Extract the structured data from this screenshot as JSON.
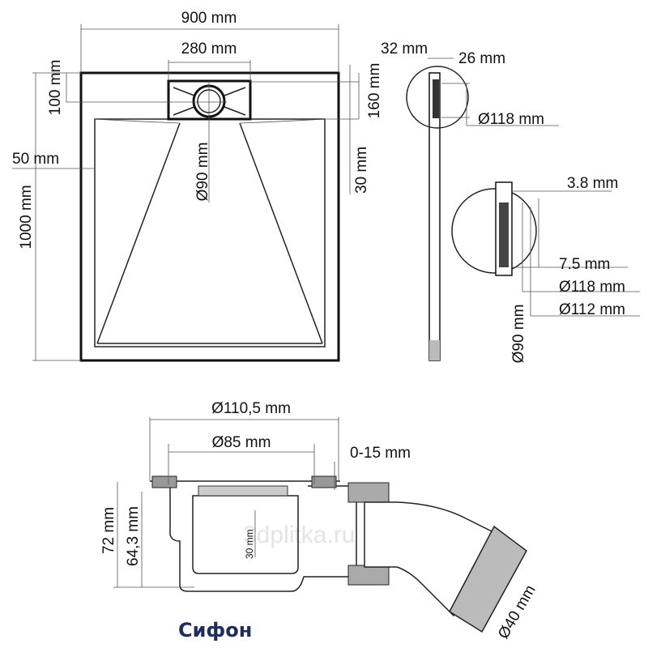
{
  "top_view": {
    "width_label": "900 mm",
    "drain_width_label": "280 mm",
    "drain_offset_label": "100 mm",
    "length_label": "1000 mm",
    "rim_label": "50 mm",
    "drain_diameter_label": "Ø90 mm",
    "drain_depth_label": "160 mm",
    "slope_label": "30 mm"
  },
  "side_view": {
    "thickness_label": "32 mm",
    "base_label": "26 mm",
    "outer_diameter_label": "Ø118 mm"
  },
  "detail_view": {
    "edge_label": "3.8 mm",
    "step_label": "7.5 mm",
    "d118_label": "Ø118 mm",
    "d112_label": "Ø112 mm",
    "d90_label": "Ø90 mm"
  },
  "siphon": {
    "title": "Сифон",
    "outer_diameter_label": "Ø110,5 mm",
    "inner_diameter_label": "Ø85 mm",
    "adjust_label": "0-15 mm",
    "height_label": "72 mm",
    "body_height_label": "64,3 mm",
    "water_seal_label": "30 mm",
    "outlet_label": "Ø40 mm",
    "title_color": "#1f2d5a"
  },
  "watermark": "3dplitka.ru"
}
